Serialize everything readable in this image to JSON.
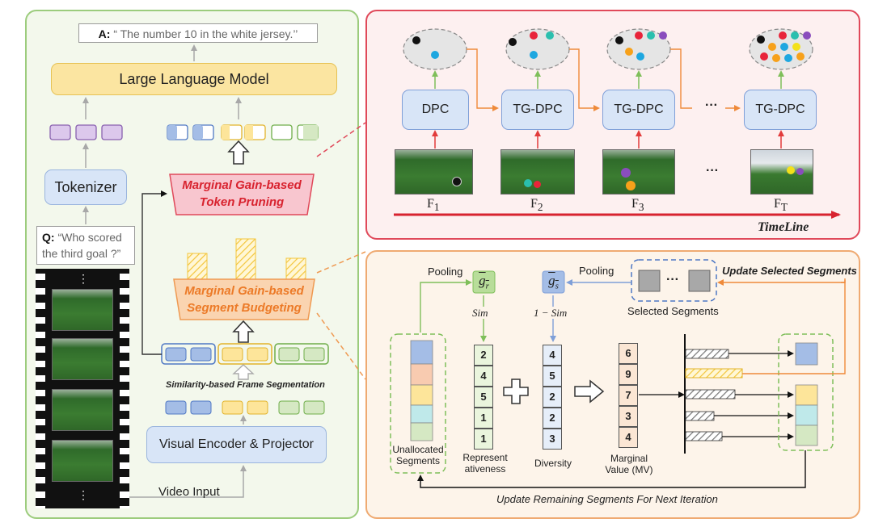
{
  "left_panel": {
    "answer_label": "A:",
    "answer_text": "“ The number 10 in the white jersey.’’",
    "llm_label": "Large Language Model",
    "tokenizer_label": "Tokenizer",
    "question_label": "Q:",
    "question_line1": "“Who scored",
    "question_line2": "the third goal ?”",
    "pruning_line1": "Marginal Gain-based",
    "pruning_line2": "Token Pruning",
    "budget_line1": "Marginal Gain-based",
    "budget_line2": "Segment Budgeting",
    "segmentation_label": "Similarity-based Frame Segmentation",
    "encoder_label": "Visual Encoder & Projector",
    "video_input_label": "Video Input",
    "film_dots": "⋮"
  },
  "top_right": {
    "nodes": [
      "DPC",
      "TG-DPC",
      "TG-DPC",
      "TG-DPC"
    ],
    "ellipsis": "···",
    "frame_ellipsis": "···",
    "frame_labels": [
      {
        "base": "F",
        "sub": "1"
      },
      {
        "base": "F",
        "sub": "2"
      },
      {
        "base": "F",
        "sub": "3"
      },
      {
        "base": "F",
        "sub": "T"
      }
    ],
    "timeline_label": "TimeLine"
  },
  "bottom_right": {
    "pooling_left": "Pooling",
    "pooling_right": "Pooling",
    "g_r": {
      "base": "g",
      "sub": "r"
    },
    "g_s": {
      "base": "g",
      "sub": "s"
    },
    "sim": "Sim",
    "one_minus_sim": "1 − Sim",
    "selected_ellipsis": "···",
    "selected_label": "Selected Segments",
    "update_selected": "Update Selected Segments",
    "unallocated_line1": "Unallocated",
    "unallocated_line2": "Segments",
    "representativeness_line1": "Represent",
    "representativeness_line2": "ativeness",
    "diversity_label": "Diversity",
    "marginal_line1": "Marginal",
    "marginal_line2": "Value (MV)",
    "representativeness_values": [
      "2",
      "4",
      "5",
      "1",
      "1"
    ],
    "diversity_values": [
      "4",
      "5",
      "2",
      "2",
      "3"
    ],
    "marginal_values": [
      "6",
      "9",
      "7",
      "3",
      "4"
    ],
    "update_remaining": "Update Remaining Segments For Next Iteration"
  },
  "colors": {
    "blue": "#a4bde6",
    "orange_seg": "#f8cbb0",
    "yellow_seg": "#fde59a",
    "teal_seg": "#bfe9ea",
    "green_seg": "#d5e8c3",
    "red_accent": "#e0495a",
    "orange_accent": "#ef9a52"
  }
}
